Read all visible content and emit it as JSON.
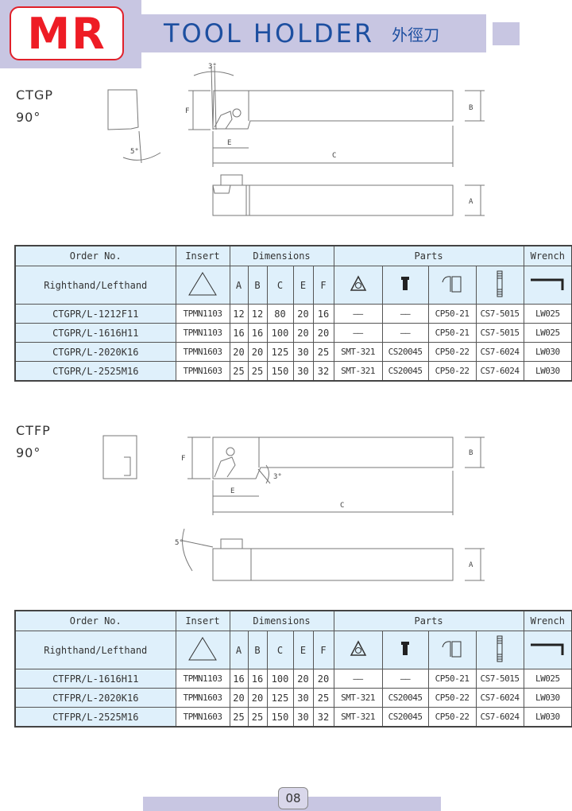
{
  "header": {
    "logo": "MR",
    "title": "TOOL HOLDER",
    "title_cn": "外徑刀"
  },
  "sections": [
    {
      "model": "CTGP",
      "angle": "90°",
      "drawing": {
        "angle_top": "3°",
        "angle_side": "5°",
        "F": "F",
        "E": "E",
        "C": "C",
        "B": "B",
        "A": "A"
      },
      "table": {
        "h_order": "Order No.",
        "h_insert": "Insert",
        "h_dims": "Dimensions",
        "h_parts": "Parts",
        "h_wrench": "Wrench",
        "sub_hand": "Righthand/Lefthand",
        "dims": [
          "A",
          "B",
          "C",
          "E",
          "F"
        ],
        "rows": [
          [
            "CTGPR/L-1212F11",
            "TPMN1103",
            "12",
            "12",
            "80",
            "20",
            "16",
            "——",
            "——",
            "CP50-21",
            "CS7-5015",
            "LW025"
          ],
          [
            "CTGPR/L-1616H11",
            "TPMN1103",
            "16",
            "16",
            "100",
            "20",
            "20",
            "——",
            "——",
            "CP50-21",
            "CS7-5015",
            "LW025"
          ],
          [
            "CTGPR/L-2020K16",
            "TPMN1603",
            "20",
            "20",
            "125",
            "30",
            "25",
            "SMT-321",
            "CS20045",
            "CP50-22",
            "CS7-6024",
            "LW030"
          ],
          [
            "CTGPR/L-2525M16",
            "TPMN1603",
            "25",
            "25",
            "150",
            "30",
            "32",
            "SMT-321",
            "CS20045",
            "CP50-22",
            "CS7-6024",
            "LW030"
          ]
        ]
      }
    },
    {
      "model": "CTFP",
      "angle": "90°",
      "drawing": {
        "angle_top": "3°",
        "angle_side": "5°",
        "F": "F",
        "E": "E",
        "C": "C",
        "B": "B",
        "A": "A"
      },
      "table": {
        "h_order": "Order No.",
        "h_insert": "Insert",
        "h_dims": "Dimensions",
        "h_parts": "Parts",
        "h_wrench": "Wrench",
        "sub_hand": "Righthand/Lefthand",
        "dims": [
          "A",
          "B",
          "C",
          "E",
          "F"
        ],
        "rows": [
          [
            "CTFPR/L-1616H11",
            "TPMN1103",
            "16",
            "16",
            "100",
            "20",
            "20",
            "——",
            "——",
            "CP50-21",
            "CS7-5015",
            "LW025"
          ],
          [
            "CTFPR/L-2020K16",
            "TPMN1603",
            "20",
            "20",
            "125",
            "30",
            "25",
            "SMT-321",
            "CS20045",
            "CP50-22",
            "CS7-6024",
            "LW030"
          ],
          [
            "CTFPR/L-2525M16",
            "TPMN1603",
            "25",
            "25",
            "150",
            "30",
            "32",
            "SMT-321",
            "CS20045",
            "CP50-22",
            "CS7-6024",
            "LW030"
          ]
        ]
      }
    }
  ],
  "footer": {
    "page": "08"
  },
  "colors": {
    "logo_red": "#ee1c25",
    "title_blue": "#1d4fa0",
    "lavender": "#c8c6e2",
    "table_header": "#dff0fb"
  }
}
